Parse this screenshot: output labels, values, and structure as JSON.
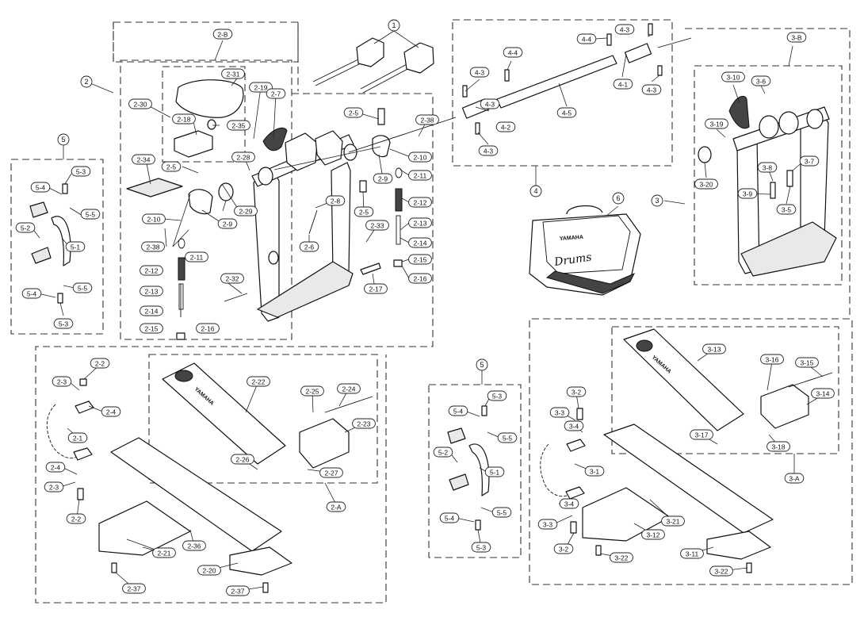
{
  "diagram": {
    "groups": [
      {
        "id": "1",
        "label": "1"
      },
      {
        "id": "2",
        "label": "2"
      },
      {
        "id": "2-A",
        "label": "2-A"
      },
      {
        "id": "2-B",
        "label": "2-B"
      },
      {
        "id": "3",
        "label": "3"
      },
      {
        "id": "3-A",
        "label": "3-A"
      },
      {
        "id": "3-B",
        "label": "3-B"
      },
      {
        "id": "4",
        "label": "4"
      },
      {
        "id": "5a",
        "label": "5"
      },
      {
        "id": "5b",
        "label": "5"
      },
      {
        "id": "6",
        "label": "6"
      }
    ],
    "bag_brand": "YAMAHA",
    "bag_script": "Drums",
    "pedal_brand": "YAMAHA",
    "labels": [
      "2-B",
      "2-31",
      "2-30",
      "2-18",
      "2-35",
      "2-19",
      "2-7",
      "2-34",
      "2-5",
      "2-28",
      "2-10",
      "2-38",
      "2-9",
      "2-29",
      "2-11",
      "2-12",
      "2-13",
      "2-14",
      "2-15",
      "2-16",
      "2-8",
      "2-6",
      "2-32",
      "2-17",
      "2-33",
      "2-5",
      "2-9",
      "2-10",
      "2-11",
      "2-12",
      "2-13",
      "2-14",
      "2-15",
      "2-16",
      "2-38",
      "2-5",
      "4-3",
      "4-4",
      "4-4",
      "4-3",
      "4-3",
      "4-2",
      "4-3",
      "4-1",
      "4-5",
      "4-3",
      "3-B",
      "3-10",
      "3-6",
      "3-19",
      "3-20",
      "3-8",
      "3-7",
      "3-9",
      "3-5",
      "5-3",
      "5-4",
      "5-5",
      "5-2",
      "5-1",
      "5-5",
      "5-4",
      "5-3",
      "2-2",
      "2-3",
      "2-4",
      "2-1",
      "2-4",
      "2-3",
      "2-2",
      "2-22",
      "2-25",
      "2-24",
      "2-23",
      "2-26",
      "2-27",
      "2-A",
      "2-21",
      "2-36",
      "2-20",
      "2-37",
      "2-37",
      "5-3",
      "5-4",
      "5-5",
      "5-2",
      "5-1",
      "5-5",
      "5-4",
      "5-3",
      "3-13",
      "3-16",
      "3-15",
      "3-14",
      "3-17",
      "3-18",
      "3-A",
      "3-2",
      "3-3",
      "3-4",
      "3-1",
      "3-4",
      "3-3",
      "3-2",
      "3-21",
      "3-12",
      "3-11",
      "3-22",
      "3-22"
    ]
  }
}
